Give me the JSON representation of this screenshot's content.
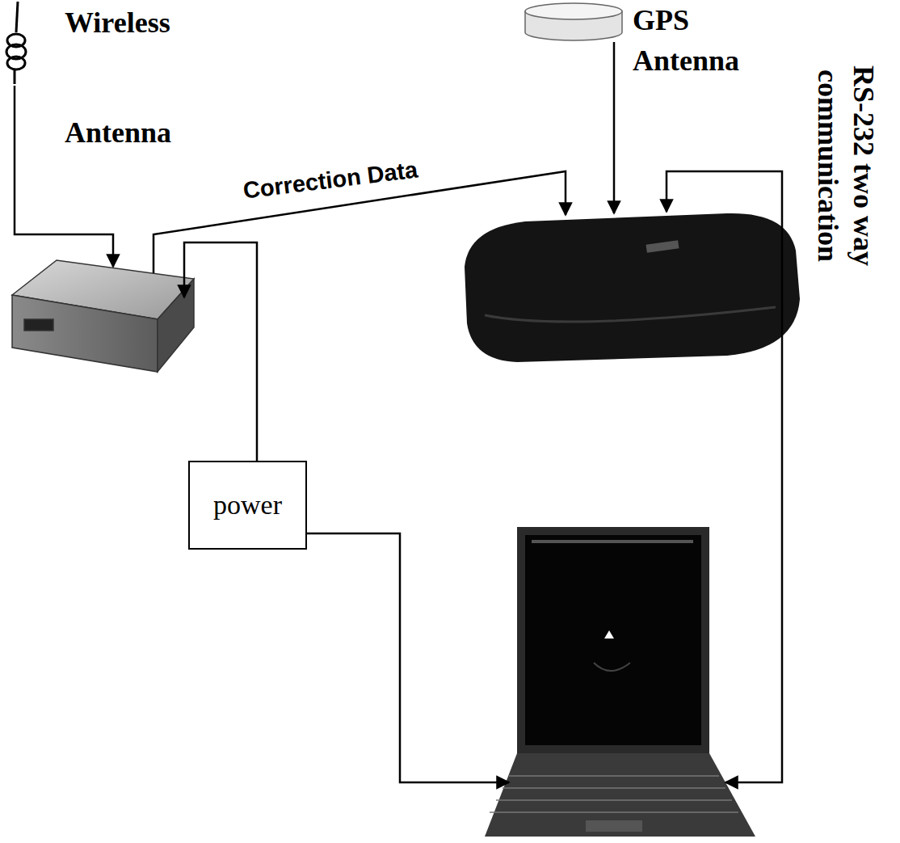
{
  "diagram": {
    "nodes": [
      {
        "text": [
          "power"
        ]
      }
    ],
    "labels": [
      "Wireless Antenna",
      "GPS Antenna",
      "Correction Data",
      "RS-232 two way communication"
    ]
  }
}
